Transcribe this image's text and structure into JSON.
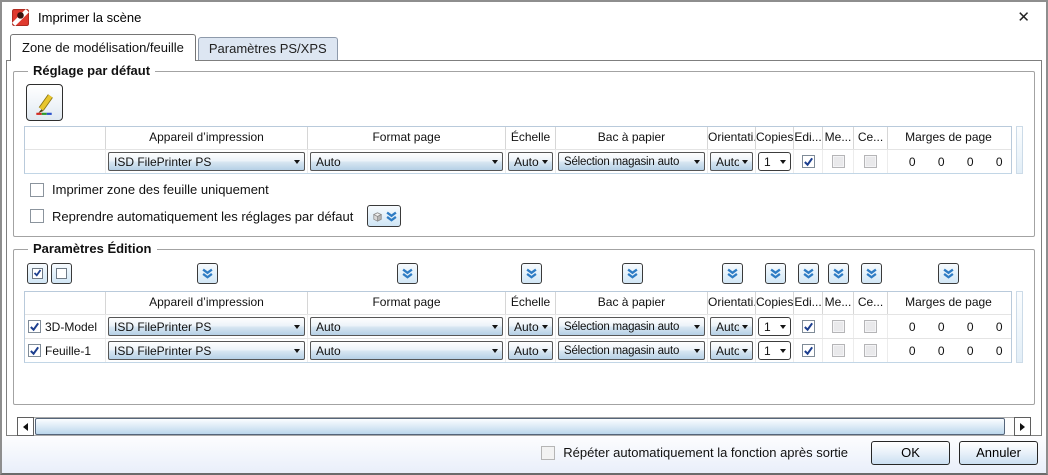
{
  "window": {
    "title": "Imprimer la scène"
  },
  "icons": {
    "app": "printer-scene-icon",
    "close_glyph": "✕",
    "edit": "pencil-icon",
    "apply_defaults": "cube-double-chevron-icon",
    "combo_arrow": "chevron-down",
    "column_selector": "chevron-double-down"
  },
  "tabs": [
    {
      "label": "Zone de modélisation/feuille",
      "active": true
    },
    {
      "label": "Paramètres PS/XPS",
      "active": false
    }
  ],
  "table_columns": [
    "",
    "Appareil d’impression",
    "Format page",
    "Échelle",
    "Bac à papier",
    "Orientati...",
    "Copies",
    "Edi...",
    "Me...",
    "Ce...",
    "Marges de page"
  ],
  "default_group": {
    "title": "Réglage par défaut",
    "row": {
      "device": "ISD FilePrinter PS",
      "format": "Auto",
      "scale": "Auto",
      "tray": "Sélection magasin auto",
      "orientation": "Auto",
      "copies": "1",
      "edit_checked": true,
      "me_checked": false,
      "ce_checked": false,
      "margins": [
        "0",
        "0",
        "0",
        "0"
      ]
    },
    "options": [
      {
        "label": "Imprimer zone des feuille uniquement",
        "checked": false
      },
      {
        "label": "Reprendre automatiquement les réglages par défaut",
        "checked": false
      }
    ]
  },
  "edition_group": {
    "title": "Paramètres Édition",
    "rows": [
      {
        "name": "3D-Model",
        "checked": true,
        "device": "ISD FilePrinter PS",
        "format": "Auto",
        "scale": "Auto",
        "tray": "Sélection magasin auto",
        "orientation": "Auto",
        "copies": "1",
        "edit_checked": true,
        "me_checked": false,
        "ce_checked": false,
        "margins": [
          "0",
          "0",
          "0",
          "0"
        ]
      },
      {
        "name": "Feuille-1",
        "checked": true,
        "device": "ISD FilePrinter PS",
        "format": "Auto",
        "scale": "Auto",
        "tray": "Sélection magasin auto",
        "orientation": "Auto",
        "copies": "1",
        "edit_checked": true,
        "me_checked": false,
        "ce_checked": false,
        "margins": [
          "0",
          "0",
          "0",
          "0"
        ]
      }
    ]
  },
  "footer": {
    "repeat_label": "Répéter automatiquement la fonction après sortie",
    "repeat_checked": false,
    "ok_label": "OK",
    "cancel_label": "Annuler"
  },
  "colors": {
    "accent_blue": "#2e7cc4",
    "combo_fill": "#b6d0e6",
    "check_navy": "#1d3f8f"
  }
}
